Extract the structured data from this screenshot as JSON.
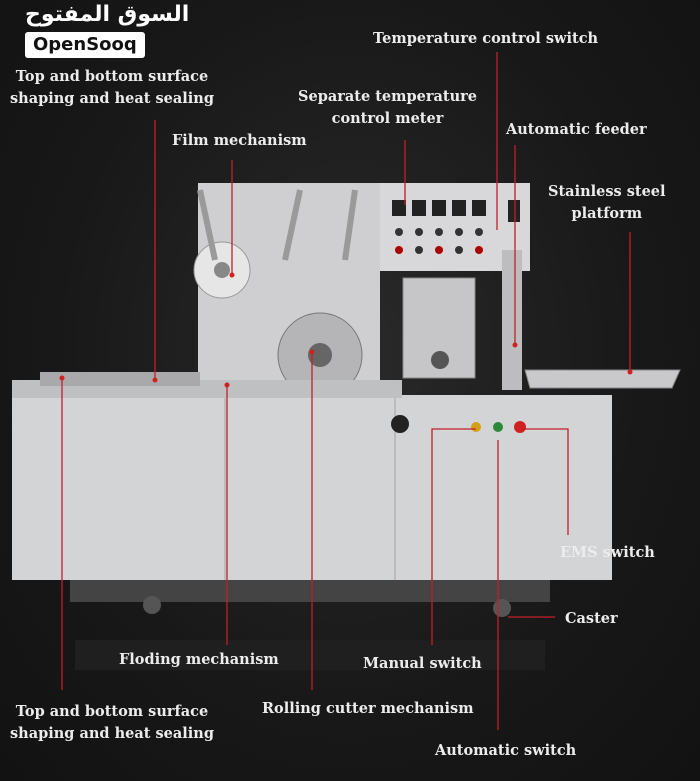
{
  "watermark": {
    "arabic": "السوق المفتوح",
    "english": "OpenSooq"
  },
  "labels": {
    "top_surface_partial": [
      "Top and bottom surface",
      "shaping and heat sealing"
    ],
    "temperature_switch": "Temperature control switch",
    "separate_meter": [
      "Separate temperature",
      "control meter"
    ],
    "automatic_feeder": "Automatic feeder",
    "stainless_platform": [
      "Stainless steel",
      "platform"
    ],
    "film_mechanism": "Film mechanism",
    "ems_switch": "EMS switch",
    "caster": "Caster",
    "folding_mechanism": "Floding mechanism",
    "manual_switch": "Manual switch",
    "top_surface": [
      "Top and bottom surface",
      "shaping and heat sealing"
    ],
    "rolling_cutter": "Rolling cutter mechanism",
    "automatic_switch": "Automatic switch"
  },
  "colors": {
    "leader": "#c0202a",
    "machine": "#d2d3d5",
    "background": "#181818"
  }
}
